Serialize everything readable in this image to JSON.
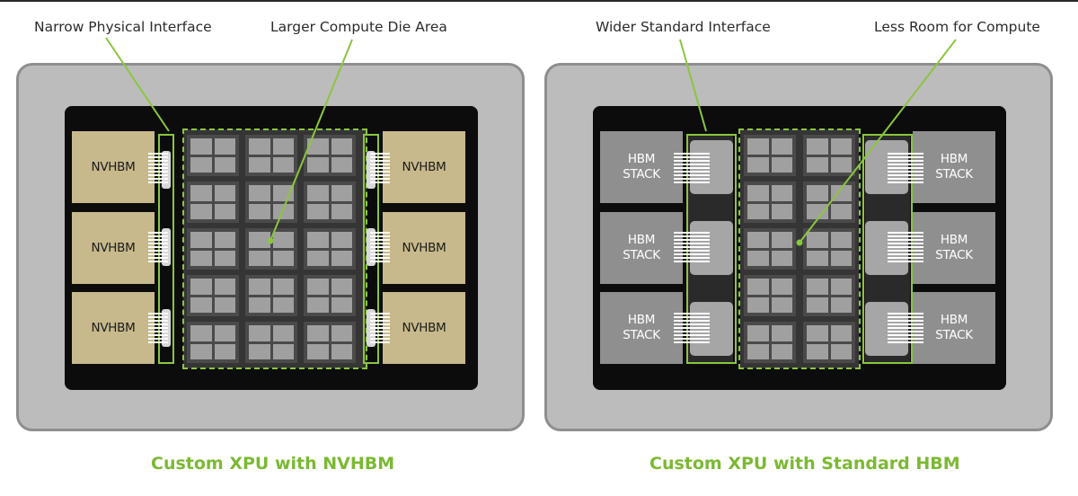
{
  "left": {
    "callout_interface": "Narrow Physical Interface",
    "callout_compute": "Larger  Compute Die Area",
    "memory_label": "NVHBM",
    "caption": "Custom XPU with NVHBM"
  },
  "right": {
    "callout_interface": "Wider Standard Interface",
    "callout_compute": "Less Room for Compute",
    "memory_line1": "HBM",
    "memory_line2": "STACK",
    "caption": "Custom XPU with Standard HBM"
  },
  "colors": {
    "accent_green": "#8ac63f",
    "caption_green": "#7bb933",
    "nvhbm_fill": "#c8b98c",
    "hbm_fill": "#8f8f8f"
  }
}
